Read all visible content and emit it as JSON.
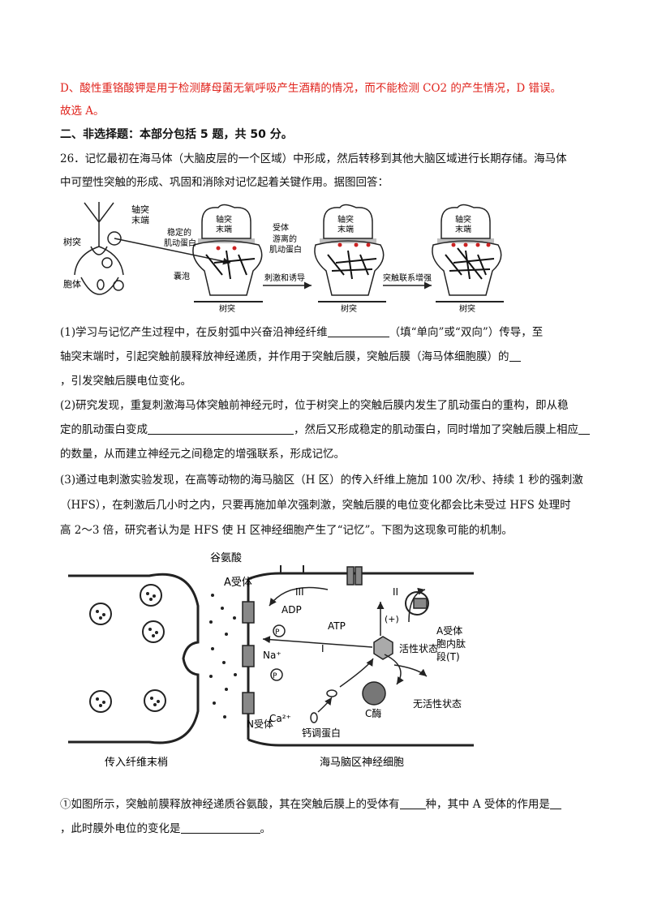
{
  "answer": {
    "d_text": "D、酸性重铬酸钾是用于检测酵母菌无氧呼吸产生酒精的情况，而不能检测 CO2 的产生情况，D 错误。",
    "choice_text": "故选 A。"
  },
  "section_title": "二、非选择题：本部分包括 5 题，共 50 分。",
  "question": {
    "intro_line1": "26．记忆最初在海马体（大脑皮层的一个区域）中形成，然后转移到其他大脑区域进行长期存储。海马体",
    "intro_line2": "中可塑性突触的形成、巩固和消除对记忆起着关键作用。据图回答：",
    "fig1": {
      "labels": {
        "axon_terminal": "轴突\n末端",
        "dendrite": "树突",
        "soma": "胞体",
        "stable_protein": "稳定的\n肌动蛋白",
        "receptor": "受体",
        "free_protein": "游离的\n肌动蛋白",
        "vesicle": "囊泡",
        "stim": "刺激和诱导",
        "strengthen": "突触联系增强",
        "post_dendrite": "树突"
      }
    },
    "p1_a": "(1)学习与记忆产生过程中，在反射弧中兴奋沿神经纤维",
    "p1_b": "（填“单向”或“双向”）传导，至",
    "p1_c": "轴突末端时，引起突触前膜释放神经递质，并作用于突触后膜，突触后膜（海马体细胞膜）的",
    "p1_d": "，引发突触后膜电位变化。",
    "p2_a": "(2)研究发现，重复刺激海马体突触前神经元时，位于树突上的突触后膜内发生了肌动蛋白的重构，即从稳",
    "p2_b": "定的肌动蛋白变成",
    "p2_c": "，然后又形成稳定的肌动蛋白，同时增加了突触后膜上相应",
    "p2_d": "的数量，从而建立神经元之间稳定的增强联系，形成记忆。",
    "p3_a": "(3)通过电刺激实验发现，在高等动物的海马脑区（H 区）的传入纤维上施加 100 次/秒、持续 1 秒的强刺激",
    "p3_b": "（HFS），在刺激后几小时之内，只要再施加单次强刺激，突触后膜的电位变化都会比未受过 HFS 处理时",
    "p3_c": "高 2～3 倍，研究者认为是 HFS 使 H 区神经细胞产生了“记忆”。下图为这现象可能的机制。",
    "fig2": {
      "labels": {
        "glutamate": "谷氨酸",
        "a_receptor": "A受体",
        "roman3": "III",
        "roman2": "II",
        "adp": "ADP",
        "atp": "ATP",
        "plus": "(+)",
        "p": "P",
        "na": "Na⁺",
        "roman1": "I",
        "active": "活性状态",
        "a_peptide": "A受体\n胞内肽\n段(T)",
        "ca": "Ca²⁺",
        "c_enzyme": "C酶",
        "inactive": "无活性状态",
        "n_receptor": "N受体",
        "calmodulin": "钙调蛋白",
        "afferent": "传入纤维末梢",
        "neuron": "海马脑区神经细胞"
      }
    },
    "q1_a": "①如图所示，突触前膜释放神经递质谷氨酸，其在突触后膜上的受体有",
    "q1_b": "种，其中 A 受体的作用是",
    "q1_c": "，此时膜外电位的变化是",
    "q1_d": "。"
  }
}
